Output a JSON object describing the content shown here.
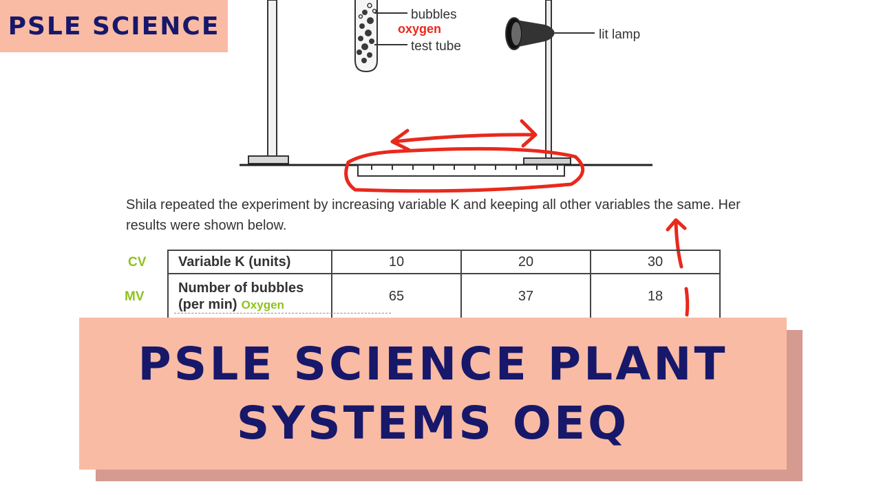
{
  "corner_tag": "PSLE SCIENCE",
  "diagram": {
    "label_bubbles": "bubbles",
    "label_oxygen": "oxygen",
    "label_test_tube": "test tube",
    "label_lamp": "lit lamp"
  },
  "question_text": "Shila repeated the experiment by increasing variable K and keeping all other variables the same. Her results were shown below.",
  "table": {
    "side_labels": [
      "CV",
      "MV"
    ],
    "row1": {
      "header": "Variable K (units)",
      "values": [
        "10",
        "20",
        "30"
      ]
    },
    "row2": {
      "header_line1": "Number of bubbles",
      "header_line2": "(per min)",
      "annotation": "Oxygen",
      "values": [
        "65",
        "37",
        "18"
      ]
    }
  },
  "banner": {
    "line1": "PSLE SCIENCE PLANT",
    "line2": "SYSTEMS OEQ"
  },
  "colors": {
    "navy": "#17186a",
    "peach": "#f9bba4",
    "shadow": "#d59a90",
    "annotation_red": "#e8291c",
    "annotation_green": "#8dc21f"
  }
}
